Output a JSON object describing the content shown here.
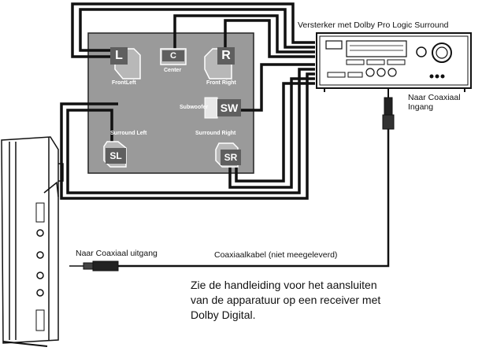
{
  "amplifier": {
    "title": "Versterker met Dolby Pro Logic Surround"
  },
  "coax_input": {
    "label": [
      "Naar Coaxiaal",
      "Ingang"
    ]
  },
  "coax_output": {
    "label": "Naar Coaxiaal uitgang"
  },
  "cable": {
    "label": "Coaxiaalkabel (niet meegeleverd)"
  },
  "note": {
    "lines": [
      "Zie de handleiding voor het aansluiten",
      "van de apparatuur op een receiver met",
      "Dolby Digital."
    ]
  },
  "speakers": {
    "front_left": {
      "badge": "L",
      "label": "FrontLeft"
    },
    "center": {
      "badge": "C",
      "label": "Center"
    },
    "front_right": {
      "badge": "R",
      "label": "Front Right"
    },
    "subwoofer": {
      "badge": "SW",
      "label": "Subwoofer"
    },
    "surround_left": {
      "badge": "SL",
      "label": "Surround Left"
    },
    "surround_right": {
      "badge": "SR",
      "label": "Surround Right"
    }
  },
  "colors": {
    "room": "#9a9a9a",
    "badge": "#5f5f5f",
    "line": "#111111"
  }
}
